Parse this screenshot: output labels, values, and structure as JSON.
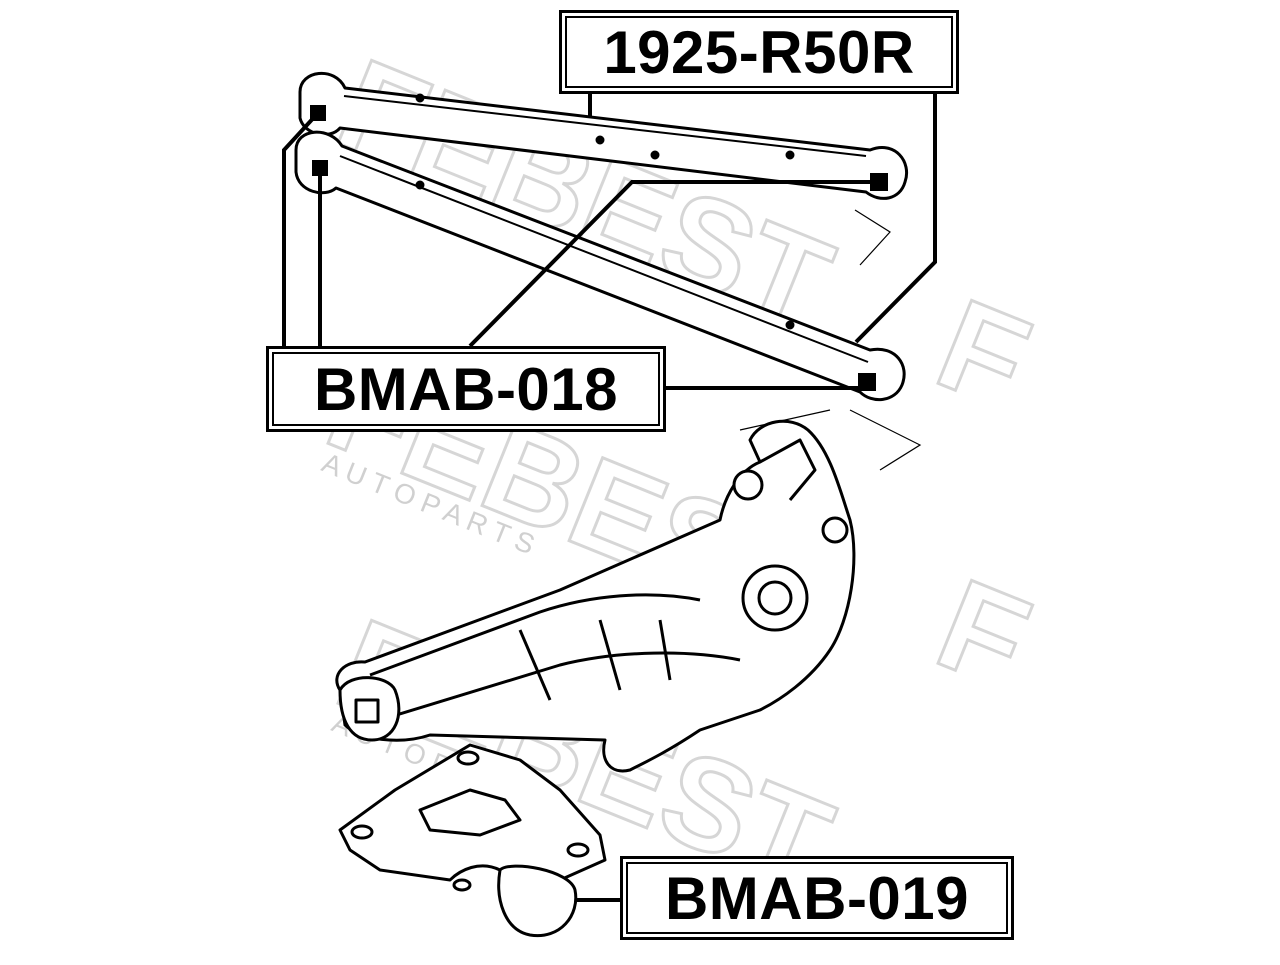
{
  "callouts": {
    "top": "1925-R50R",
    "middle": "BMAB-018",
    "bottom": "BMAB-019"
  },
  "watermark": {
    "brand": "FEBEST",
    "tagline": "A U T O   P A R T S"
  },
  "colors": {
    "ink": "#000000",
    "watermark": "#d9d9d9",
    "paper": "#ffffff"
  }
}
